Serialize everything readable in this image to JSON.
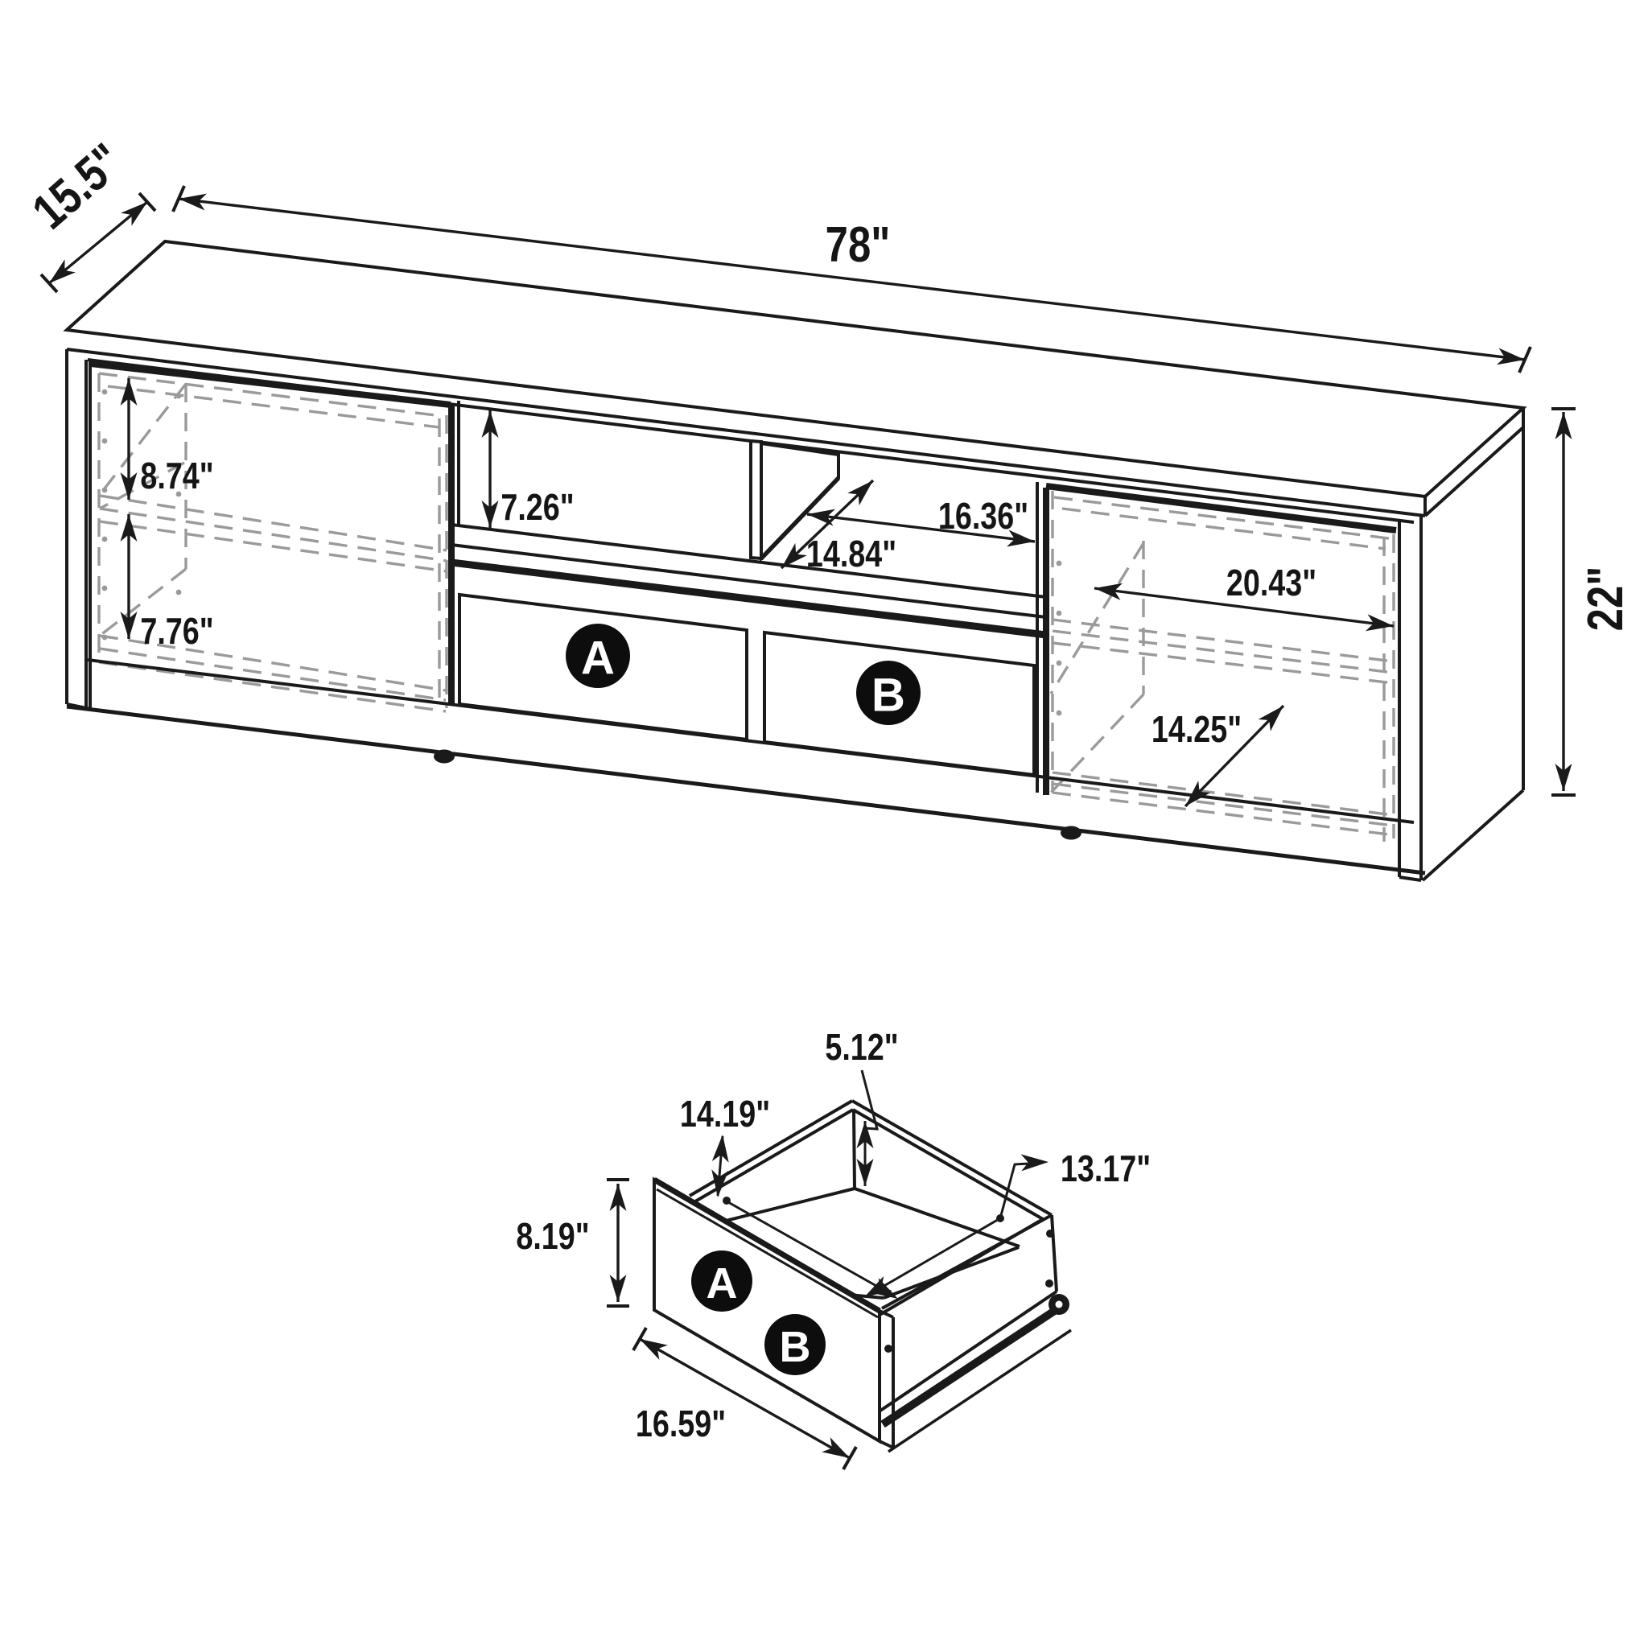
{
  "diagram": {
    "title": "TV console dimension diagram",
    "units": "inches",
    "views": [
      "console",
      "drawer"
    ],
    "colors": {
      "line": "#1a1a1a",
      "dashed": "#9a9a9a",
      "background": "#ffffff",
      "badge": "#0d0d0d",
      "badge_text": "#ffffff"
    },
    "console": {
      "width": "78\"",
      "depth": "15.5\"",
      "height": "22\"",
      "left_cabinet": {
        "upper_shelf_height": "8.74\"",
        "lower_shelf_height": "7.76\""
      },
      "center_shelf": {
        "opening_height": "7.26\"",
        "left_opening_width": "14.84\"",
        "right_opening_width": "16.36\""
      },
      "right_cabinet": {
        "shelf_width": "20.43\"",
        "shelf_depth": "14.25\""
      },
      "drawer_badges": [
        "A",
        "B"
      ]
    },
    "drawer": {
      "box_inner_height": "5.12\"",
      "box_inner_width": "14.19\"",
      "box_inner_depth": "13.17\"",
      "front_height": "8.19\"",
      "front_width": "16.59\"",
      "badges": [
        "A",
        "B"
      ]
    }
  }
}
